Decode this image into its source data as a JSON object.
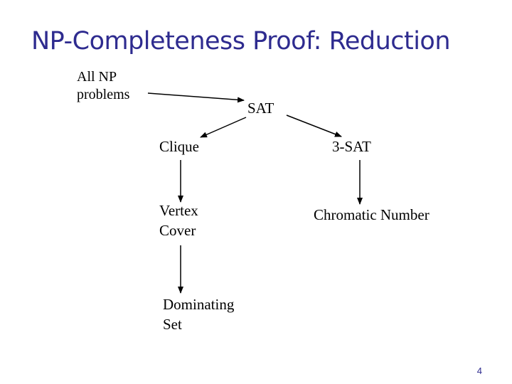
{
  "slide": {
    "title": "NP-Completeness Proof: Reduction",
    "page_number": "4",
    "colors": {
      "title": "#2e2b8f",
      "text": "#000000",
      "arrow": "#000000"
    }
  },
  "nodes": {
    "all_np": {
      "line1": "All NP",
      "line2": "problems"
    },
    "sat": {
      "label": "SAT"
    },
    "clique": {
      "label": "Clique"
    },
    "three_sat": {
      "label": "3-SAT"
    },
    "vertex_cover": {
      "line1": "Vertex",
      "line2": "Cover"
    },
    "chromatic_number": {
      "label": "Chromatic Number"
    },
    "dominating_set": {
      "line1": "Dominating",
      "line2": "Set"
    }
  },
  "edges": [
    {
      "from": "All NP problems",
      "to": "SAT"
    },
    {
      "from": "SAT",
      "to": "Clique"
    },
    {
      "from": "SAT",
      "to": "3-SAT"
    },
    {
      "from": "Clique",
      "to": "Vertex Cover"
    },
    {
      "from": "3-SAT",
      "to": "Chromatic Number"
    },
    {
      "from": "Vertex Cover",
      "to": "Dominating Set"
    }
  ]
}
